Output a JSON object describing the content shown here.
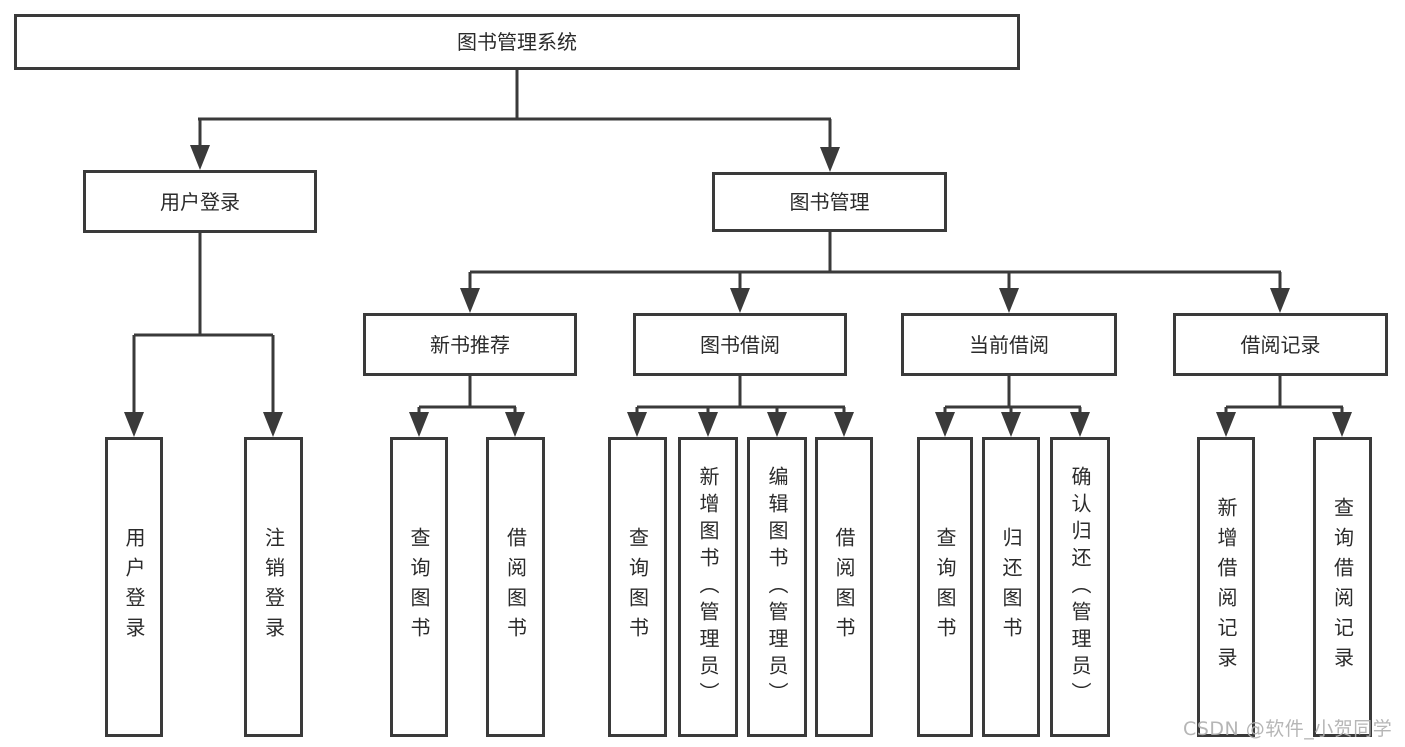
{
  "diagram": {
    "root": {
      "label": "图书管理系统"
    },
    "level2": [
      {
        "label": "用户登录"
      },
      {
        "label": "图书管理"
      }
    ],
    "level3": [
      {
        "label": "新书推荐"
      },
      {
        "label": "图书借阅"
      },
      {
        "label": "当前借阅"
      },
      {
        "label": "借阅记录"
      }
    ],
    "leaves": {
      "user": [
        "用户登录",
        "注销登录"
      ],
      "newbook": [
        "查询图书",
        "借阅图书"
      ],
      "borrow": [
        "查询图书",
        "新增图书（管理员）",
        "编辑图书（管理员）",
        "借阅图书"
      ],
      "current": [
        "查询图书",
        "归还图书",
        "确认归还（管理员）"
      ],
      "records": [
        "新增借阅记录",
        "查询借阅记录"
      ]
    }
  },
  "watermark": "CSDN @软件_小贺同学",
  "colors": {
    "line": "#3a3a3a",
    "text": "#2b2b2b",
    "background": "#ffffff",
    "watermark": "#b0b0b0"
  }
}
